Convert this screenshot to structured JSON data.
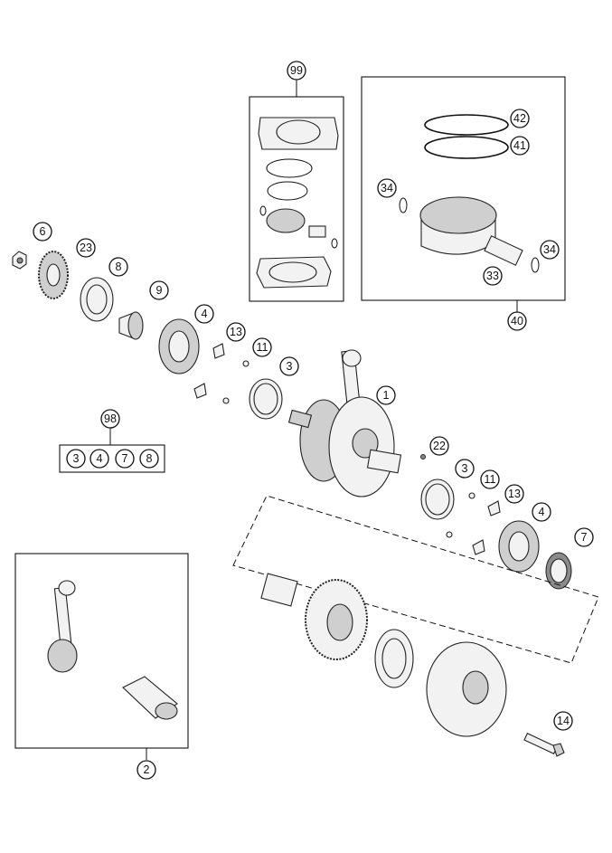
{
  "diagram": {
    "callouts": {
      "c1": "1",
      "c2": "2",
      "c3a": "3",
      "c3b": "3",
      "c4a": "4",
      "c4b": "4",
      "c6": "6",
      "c7": "7",
      "c8": "8",
      "c9": "9",
      "c11a": "11",
      "c11b": "11",
      "c13a": "13",
      "c13b": "13",
      "c14": "14",
      "c22": "22",
      "c23": "23",
      "c33": "33",
      "c34a": "34",
      "c34b": "34",
      "c40": "40",
      "c41": "41",
      "c42": "42",
      "c98": "98",
      "c99": "99"
    },
    "kit98_items": [
      "3",
      "4",
      "7",
      "8"
    ]
  }
}
